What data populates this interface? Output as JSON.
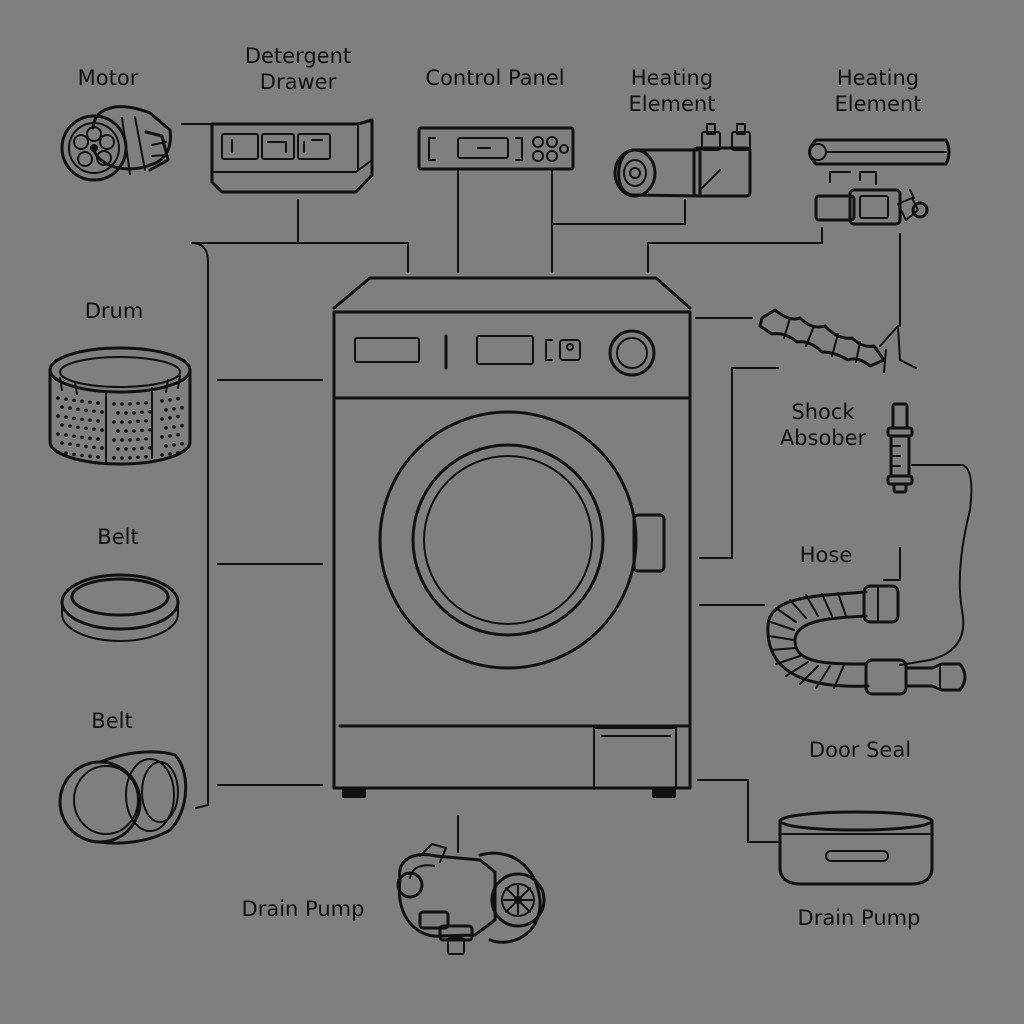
{
  "diagram": {
    "background": "#7f7f7f",
    "ink": "#111111",
    "labels": {
      "motor": "Motor",
      "detergent_drawer": "Detergent\nDrawer",
      "control_panel": "Control Panel",
      "heating_element_1": "Heating\nElement",
      "heating_element_2": "Heating\nElement",
      "drum": "Drum",
      "belt_1": "Belt",
      "belt_2": "Belt",
      "shock_absorber": "Shock\nAbsober",
      "hose": "Hose",
      "door_seal": "Door Seal",
      "drain_pump_1": "Drain Pump",
      "drain_pump_2": "Drain Pump"
    },
    "icons": [
      "motor-icon",
      "detergent-drawer-icon",
      "control-panel-icon",
      "heating-element-icon",
      "heating-element-assembly-icon",
      "drum-icon",
      "belt-icon",
      "belt-boot-icon",
      "spring-icon",
      "shock-absorber-icon",
      "hose-icon",
      "drain-pump-icon",
      "door-seal-icon",
      "washing-machine-icon"
    ]
  }
}
